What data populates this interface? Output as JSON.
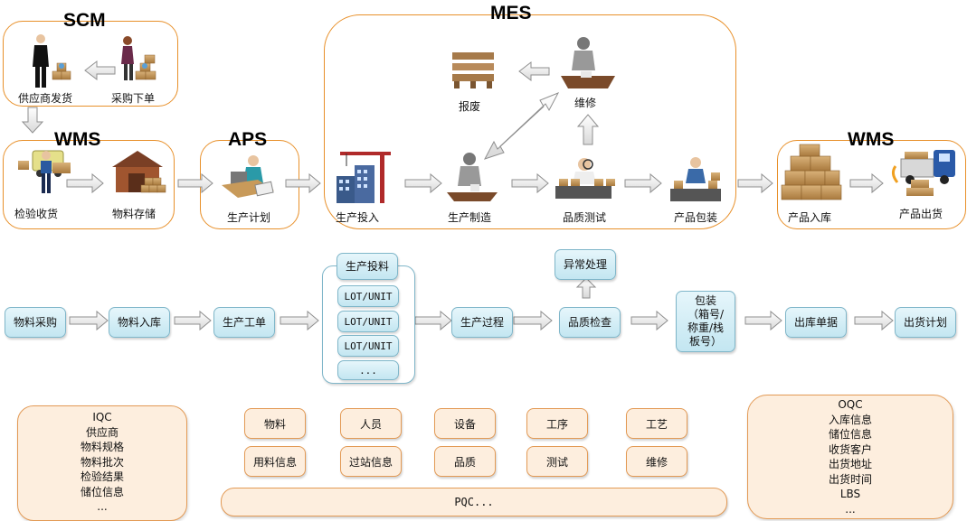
{
  "systems": {
    "scm": "SCM",
    "wms_left": "WMS",
    "aps": "APS",
    "mes": "MES",
    "wms_right": "WMS"
  },
  "top_flow": {
    "supplier_ship": "供应商发货",
    "purchase_order": "采购下单",
    "inspect_receive": "检验收货",
    "material_store": "物料存储",
    "prod_plan": "生产计划",
    "prod_input": "生产投入",
    "prod_make": "生产制造",
    "quality_test": "品质测试",
    "product_pack": "产品包装",
    "scrap": "报废",
    "repair": "维修",
    "product_in": "产品入库",
    "product_out": "产品出货"
  },
  "mid_flow": {
    "material_purchase": "物料采购",
    "material_in": "物料入库",
    "work_order": "生产工单",
    "prod_feed": "生产投料",
    "lots": [
      "LOT/UNIT",
      "LOT/UNIT",
      "LOT/UNIT",
      "..."
    ],
    "prod_process": "生产过程",
    "quality_check": "品质检查",
    "exception": "异常处理",
    "packing": [
      "包装",
      "（箱号/",
      "称重/栈",
      "板号）"
    ],
    "out_order": "出库单据",
    "ship_plan": "出货计划"
  },
  "left_panel": [
    "IQC",
    "供应商",
    "物料规格",
    "物料批次",
    "检验结果",
    "储位信息",
    "..."
  ],
  "right_panel": [
    "OQC",
    "入库信息",
    "储位信息",
    "收货客户",
    "出货地址",
    "出货时间",
    "LBS",
    "..."
  ],
  "center_pills": {
    "row1": [
      "物料",
      "人员",
      "设备",
      "工序",
      "工艺"
    ],
    "row2": [
      "用料信息",
      "过站信息",
      "品质",
      "测试",
      "维修"
    ],
    "bar": "PQC..."
  },
  "colors": {
    "group_border": "#e8902a",
    "node_fill": "#c3e6f1",
    "panel_fill": "#fdeede",
    "arrow": "#9a9a9a"
  }
}
